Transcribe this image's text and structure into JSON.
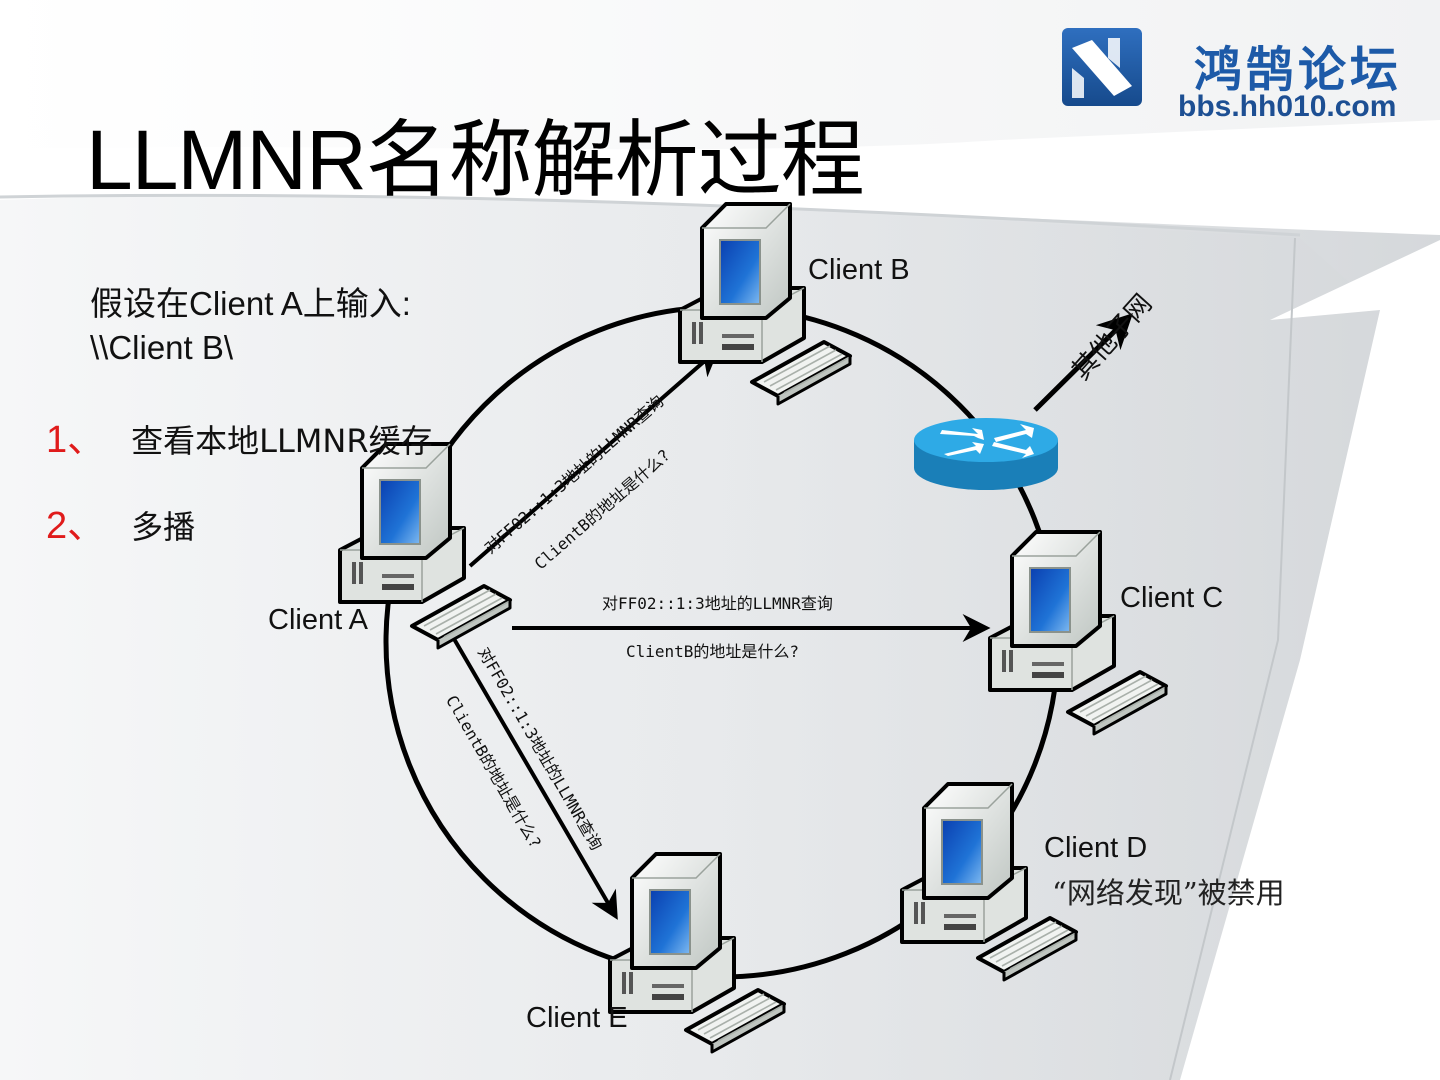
{
  "slide": {
    "title": "LLMNR名称解析过程",
    "intro_line1": "假设在Client A上输入:",
    "intro_line2": "\\\\Client B\\",
    "steps": [
      {
        "num": "1、",
        "text": "查看本地LLMNR缓存"
      },
      {
        "num": "2、",
        "text": "多播"
      }
    ]
  },
  "logo": {
    "icon": "hh010-n-logo-icon",
    "name": "鸿鹄论坛",
    "url": "bbs.hh010.com",
    "color": "#1d5aa8"
  },
  "diagram": {
    "nodes": [
      {
        "id": "client-a",
        "label": "Client A",
        "icon": "computer-icon"
      },
      {
        "id": "client-b",
        "label": "Client B",
        "icon": "computer-icon"
      },
      {
        "id": "client-c",
        "label": "Client C",
        "icon": "computer-icon"
      },
      {
        "id": "client-d",
        "label": "Client D",
        "icon": "computer-icon",
        "note": "“网络发现”被禁用"
      },
      {
        "id": "client-e",
        "label": "Client E",
        "icon": "computer-icon"
      },
      {
        "id": "router",
        "label": "",
        "icon": "router-icon"
      }
    ],
    "router_link_label": "其他子网",
    "messages": {
      "to_b": {
        "query": "对FF02::1:3地址的LLMNR查询",
        "question": "ClientB的地址是什么?"
      },
      "to_c": {
        "query": "对FF02::1:3地址的LLMNR查询",
        "question": "ClientB的地址是什么?"
      },
      "to_e": {
        "query": "对FF02::1:3地址的LLMNR查询",
        "question": "ClientB的地址是什么?"
      }
    }
  },
  "colors": {
    "step_number": "#e01b1b",
    "router_fill": "#2b9fd8",
    "screen_fill": "#1f73d6"
  }
}
